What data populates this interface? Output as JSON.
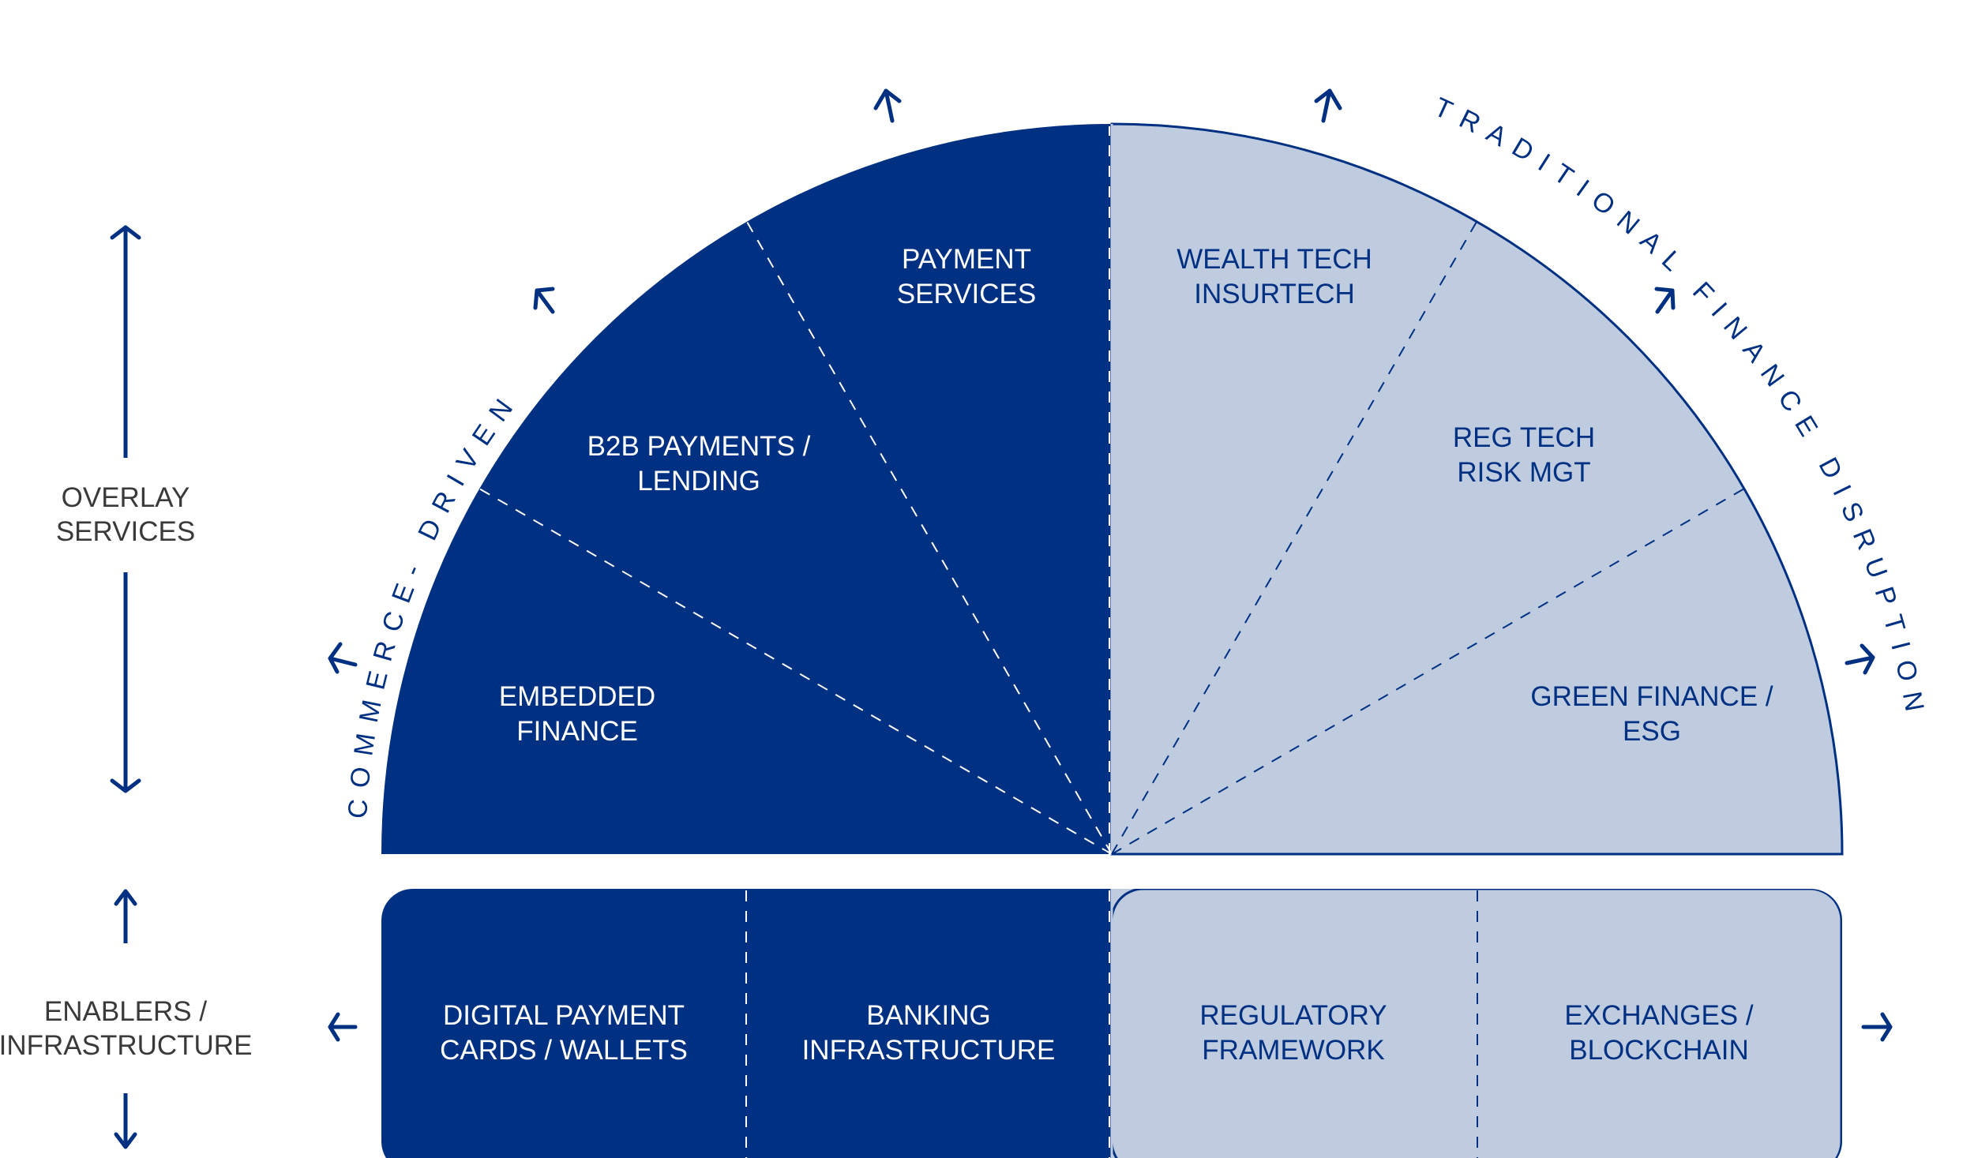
{
  "colors": {
    "dark_blue": "#003082",
    "light_blue": "#BFCCE0",
    "side_label_gray": "#3A3A3A",
    "background": "#FFFFFF"
  },
  "arc_labels": {
    "left": "COMMERCE- DRIVEN",
    "right": "TRADITIONAL FINANCE DISRUPTION"
  },
  "side_labels": {
    "overlay": {
      "line1": "OVERLAY",
      "line2": "SERVICES"
    },
    "enablers": {
      "line1": "ENABLERS /",
      "line2": "INFRASTRUCTURE"
    }
  },
  "overlay_segments": [
    {
      "line1": "EMBEDDED",
      "line2": "FINANCE",
      "side": "commerce"
    },
    {
      "line1": "B2B PAYMENTS /",
      "line2": "LENDING",
      "side": "commerce"
    },
    {
      "line1": "PAYMENT",
      "line2": "SERVICES",
      "side": "commerce"
    },
    {
      "line1": "WEALTH TECH",
      "line2": "INSURTECH",
      "side": "traditional"
    },
    {
      "line1": "REG TECH",
      "line2": "RISK MGT",
      "side": "traditional"
    },
    {
      "line1": "GREEN FINANCE /",
      "line2": "ESG",
      "side": "traditional"
    }
  ],
  "enabler_segments": [
    {
      "line1": "DIGITAL PAYMENT",
      "line2": "CARDS / WALLETS",
      "side": "commerce"
    },
    {
      "line1": "BANKING",
      "line2": "INFRASTRUCTURE",
      "side": "commerce"
    },
    {
      "line1": "REGULATORY",
      "line2": "FRAMEWORK",
      "side": "traditional"
    },
    {
      "line1": "EXCHANGES /",
      "line2": "BLOCKCHAIN",
      "side": "traditional"
    }
  ],
  "icons": {
    "outward_arrows": [
      "arrow-left",
      "arrow-up-left",
      "arrow-up",
      "arrow-up",
      "arrow-up-right",
      "arrow-right"
    ],
    "enabler_arrows": [
      "arrow-left",
      "arrow-right"
    ],
    "axis_arrows": [
      "double-arrow-vertical-overlay",
      "double-arrow-vertical-enablers"
    ]
  }
}
